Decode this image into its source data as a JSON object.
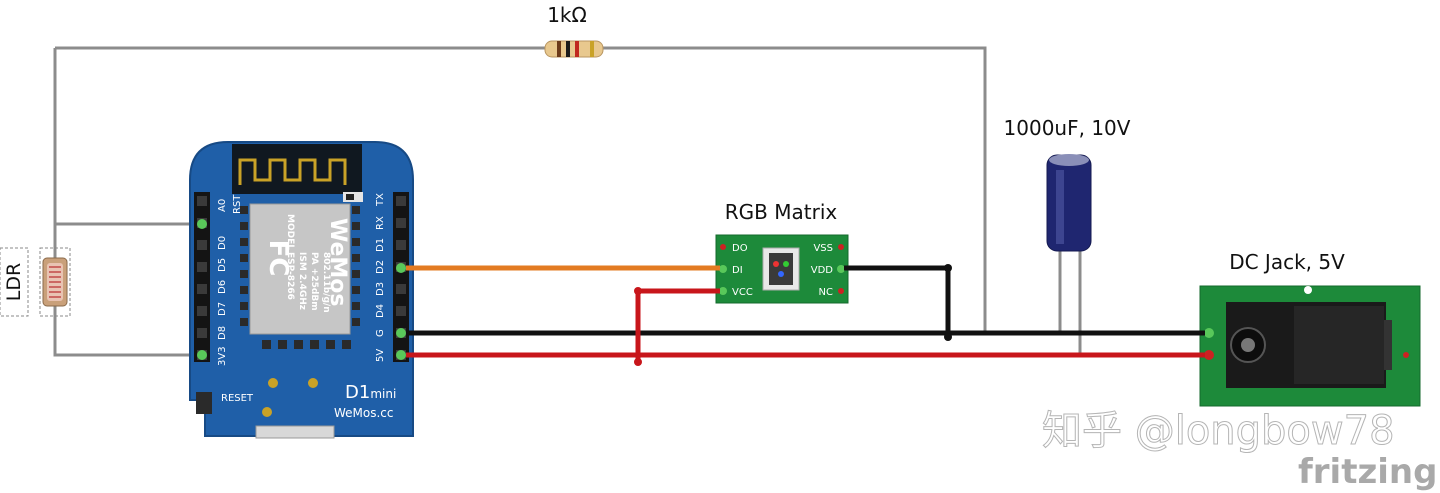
{
  "labels": {
    "resistor": "1kΩ",
    "capacitor": "1000uF, 10V",
    "rgb_matrix": "RGB Matrix",
    "dc_jack": "DC Jack, 5V",
    "ldr": "LDR"
  },
  "d1mini": {
    "left_pins": [
      "A0",
      "D0",
      "D5",
      "D6",
      "D7",
      "D8",
      "3V3"
    ],
    "right_pins": [
      "RST",
      "TX",
      "RX",
      "D1",
      "D2",
      "D3",
      "D4",
      "G",
      "5V"
    ],
    "module_text": {
      "fcc": "FC",
      "model": "MODEL",
      "chip": "ESP-8266",
      "ism": "ISM 2.4GHz",
      "pa": "PA +25dBm",
      "wifi": "802.11b/g/n",
      "brand": "WeMos"
    },
    "reset_label": "RESET",
    "name": "D1",
    "name_suffix": "mini",
    "site": "WeMos.cc"
  },
  "rgb_pins": {
    "left": [
      "DO",
      "DI",
      "VCC"
    ],
    "right": [
      "VSS",
      "VDD",
      "NC"
    ]
  },
  "watermark": {
    "zhihu": "知乎 @longbow78",
    "fritzing": "fritzing"
  },
  "colors": {
    "wire_gray": "#8c8c8c",
    "wire_orange": "#e37b22",
    "wire_black": "#111111",
    "wire_red": "#c8161b",
    "board_blue": "#1f5fa8",
    "pcb_green": "#1d8a3a"
  }
}
